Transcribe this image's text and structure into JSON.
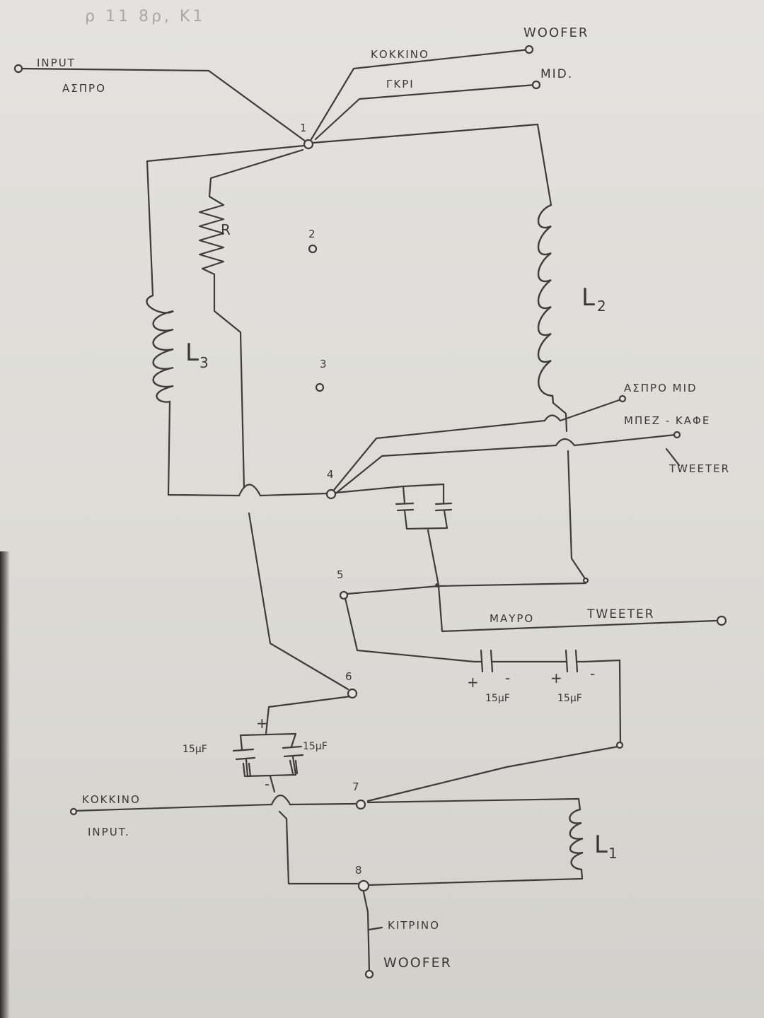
{
  "header_scribble": "ρ 11 8ρ, K1",
  "terminals": {
    "input_top_label": "INPUT",
    "input_top_colour": "ΑΣΠΡΟ",
    "woofer_top_colour": "ΚΟΚΚΙΝΟ",
    "woofer_top_label": "WOOFER",
    "mid_top_colour": "ΓΚΡΙ",
    "mid_top_label": "MID.",
    "mid_right_label": "ΑΣΠΡΟ MID",
    "tweeter_right_colour": "ΜΠΕΖ - ΚΑΦΕ",
    "tweeter_right_label": "TWEETER",
    "tweeter_black_colour": "ΜΑΥΡΟ",
    "tweeter_black_label": "TWEETER",
    "input_bottom_colour": "ΚΟΚΚΙΝΟ",
    "input_bottom_label": "INPUT.",
    "woofer_bottom_colour": "ΚΙΤΡΙΝΟ",
    "woofer_bottom_label": "WOOFER"
  },
  "nodes": {
    "n1": "1",
    "n2": "2",
    "n3": "3",
    "n4": "4",
    "n5": "5",
    "n6": "6",
    "n7": "7",
    "n8": "8"
  },
  "components": {
    "resistor": "R",
    "inductor_l1_main": "L",
    "inductor_l1_sub": "1",
    "inductor_l2_main": "L",
    "inductor_l2_sub": "2",
    "inductor_l3_main": "L",
    "inductor_l3_sub": "3",
    "cap_tweeter_1": "15μF",
    "cap_tweeter_2": "15μF",
    "cap_woofer_left": "15μF",
    "cap_woofer_right": "15μF",
    "plus": "+",
    "minus": "-"
  }
}
